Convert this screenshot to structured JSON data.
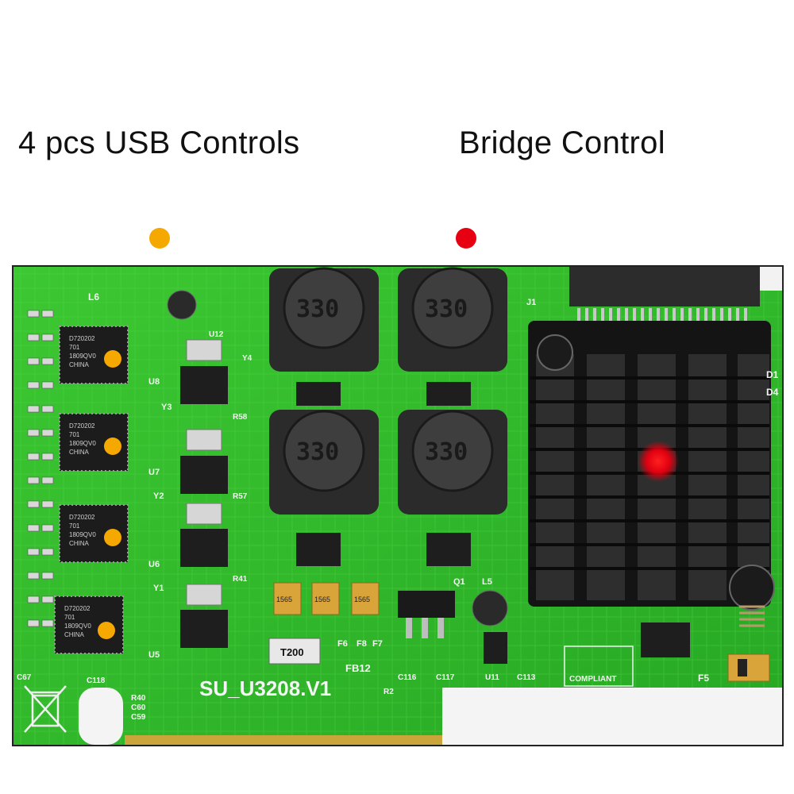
{
  "labels": {
    "usb_controls": "4 pcs USB Controls",
    "bridge_control": "Bridge Control"
  },
  "markers": {
    "usb_color": "#f5a800",
    "bridge_color": "#e60012"
  },
  "board": {
    "model": "SU_U3208.V1",
    "compliant": "COMPLIANT",
    "fb": "FB12",
    "inductor_marking": "330",
    "t200": "T200",
    "chip_lines": [
      "D720202",
      "701",
      "1809QV0",
      "CHINA"
    ],
    "refs": {
      "u8": "U8",
      "u7": "U7",
      "u6": "U6",
      "u5": "U5",
      "y3": "Y3",
      "y2": "Y2",
      "y1": "Y1",
      "u12": "U12",
      "y4": "Y4",
      "r58": "R58",
      "r57": "R57",
      "r41": "R41",
      "c116": "C116",
      "c117": "C117",
      "c113": "C113",
      "c118": "C118",
      "c67": "C67",
      "u11": "U11",
      "q1": "Q1",
      "l5": "L5",
      "l6": "L6",
      "f6": "F6",
      "f7": "F7",
      "f8": "F8",
      "f5": "F5",
      "j1": "J1",
      "d1": "D1",
      "d4": "D4",
      "r40": "R40",
      "c60": "C60",
      "c59": "C59",
      "r2": "R2",
      "cap_marking": "1565"
    }
  }
}
